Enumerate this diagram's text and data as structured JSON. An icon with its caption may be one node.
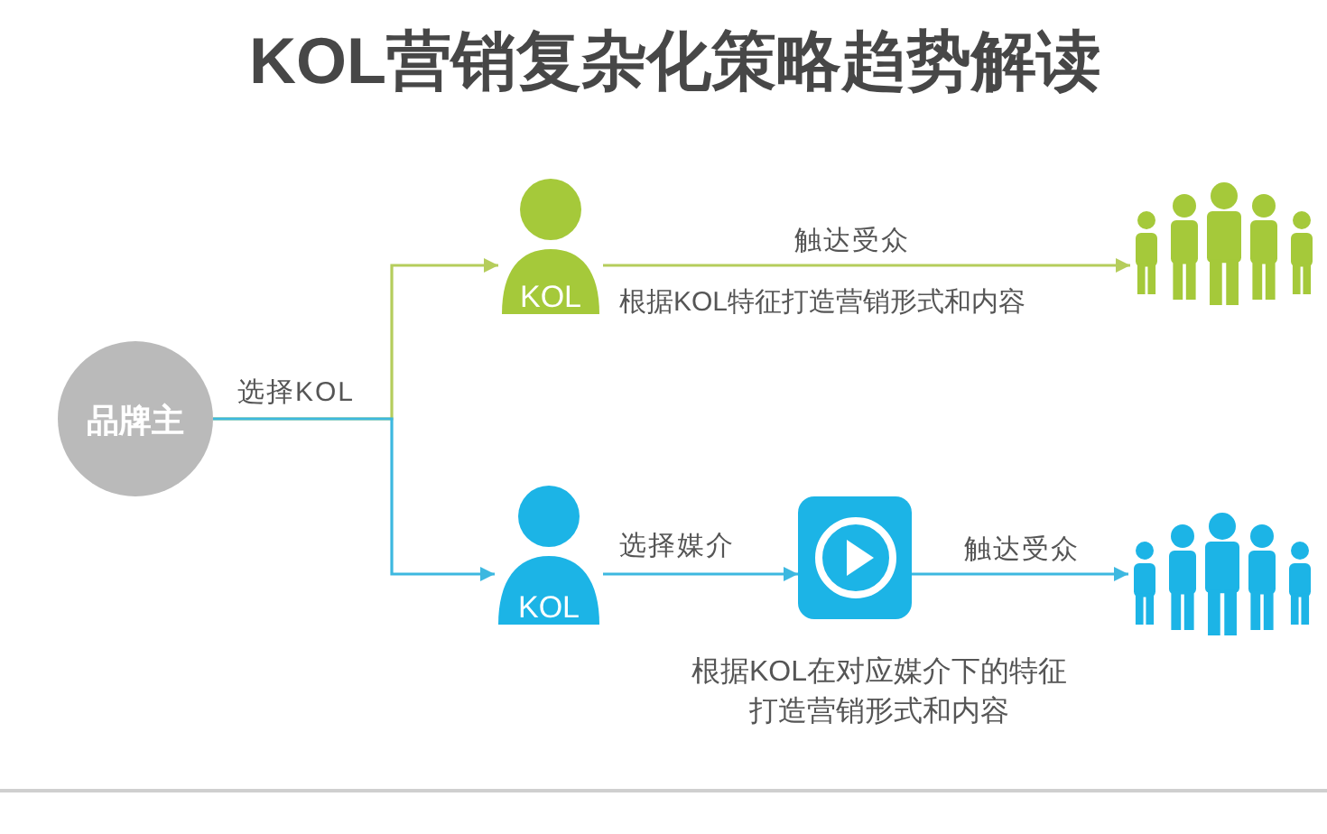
{
  "diagram": {
    "title": "KOL营销复杂化策略趋势解读",
    "nodes": [
      {
        "text": [
          "品牌主"
        ]
      },
      {
        "text": [
          "KOL"
        ]
      },
      {
        "text": [],
        "shape": "person"
      },
      {
        "text": [
          "KOL"
        ]
      },
      {
        "text": [],
        "shape": "box",
        "beside": [
          "根据KOL在对应媒介下的特征打造营销形式和内容"
        ]
      },
      {
        "text": [],
        "shape": "person"
      }
    ],
    "edges": [
      {
        "from": 0,
        "to": 1,
        "arrow": "to",
        "label": "选择KOL",
        "color": "#b5cd5c"
      },
      {
        "from": 0,
        "to": 3,
        "arrow": "to"
      },
      {
        "from": 1,
        "to": 2,
        "arrow": "to",
        "label": "触达受众",
        "color": "#b5cd5c"
      },
      {
        "from": 3,
        "to": 4,
        "arrow": "to",
        "label": "选择媒介"
      },
      {
        "from": 4,
        "to": 5,
        "arrow": "to",
        "label": "触达受众"
      }
    ],
    "labels": [
      "根据KOL特征打造营销形式和内容"
    ]
  }
}
